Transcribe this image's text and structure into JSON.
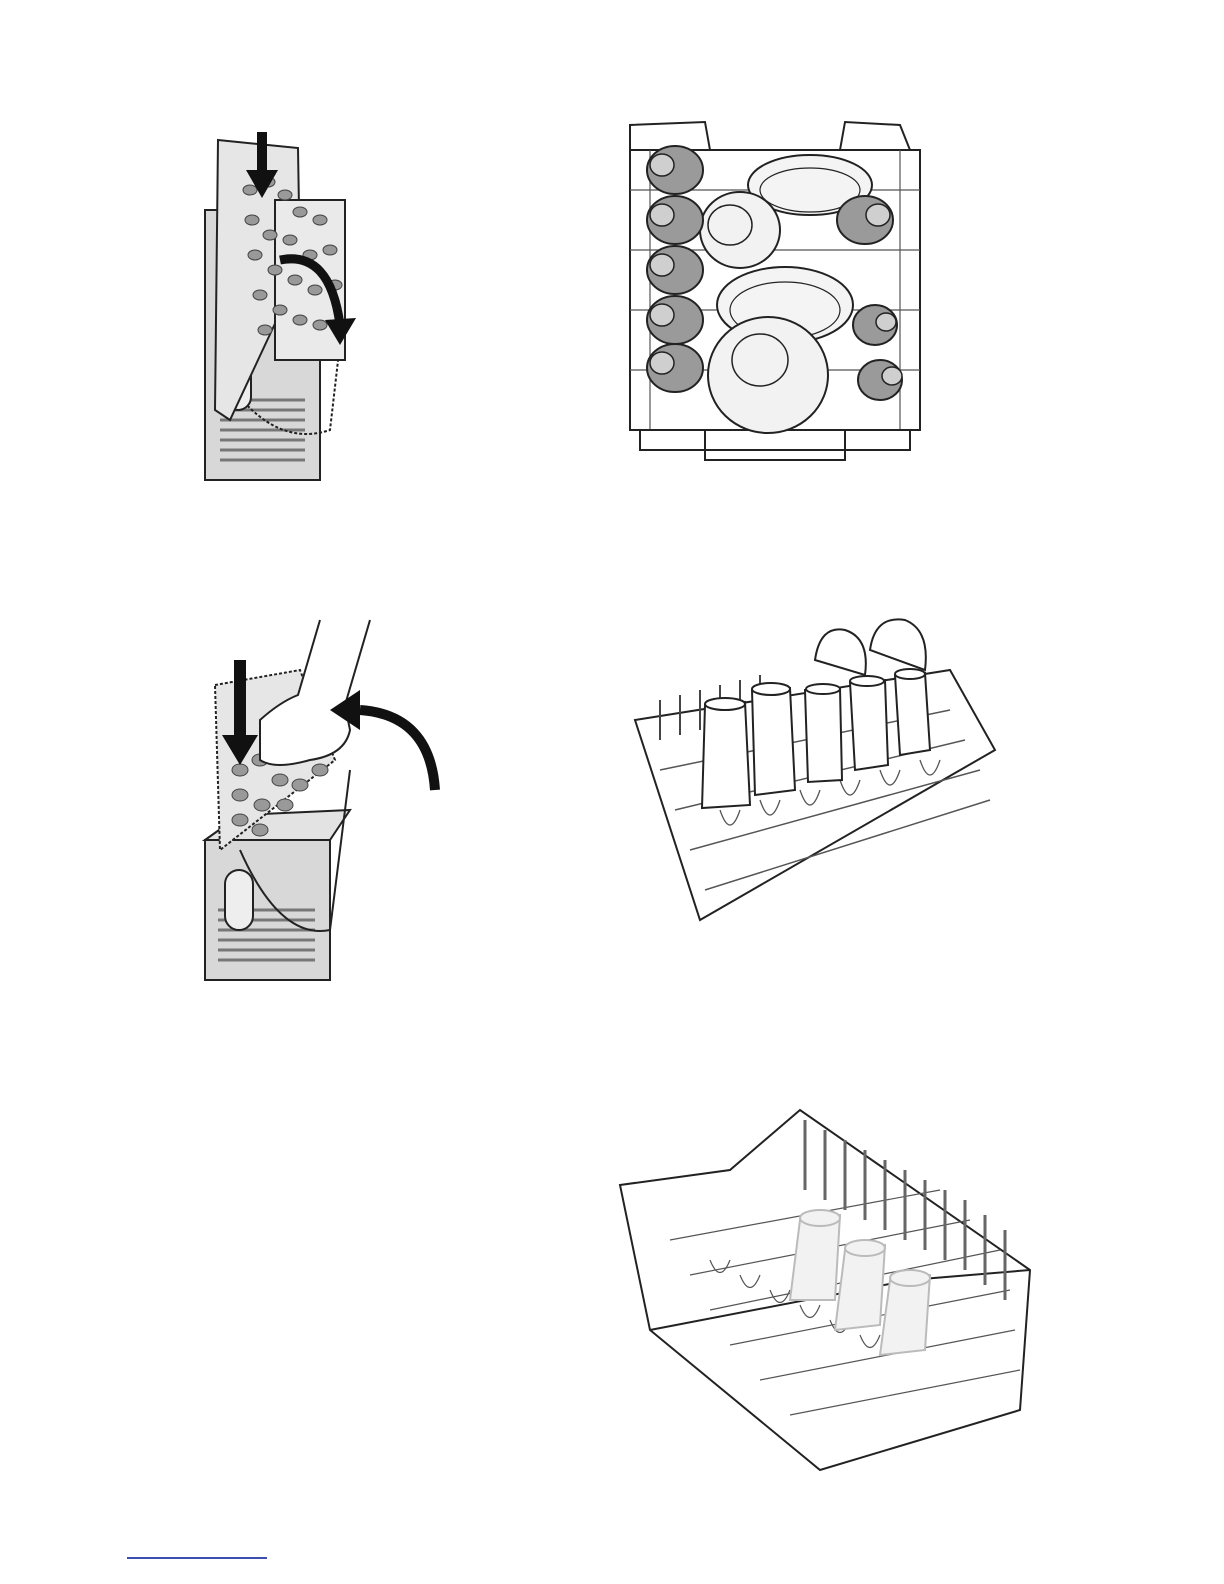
{
  "page": {
    "figures": [
      {
        "id": "cutlery-basket-closing",
        "icon": "cutlery-basket-closing-illustration"
      },
      {
        "id": "upper-rack-loaded",
        "icon": "dish-rack-with-plates-and-cups-illustration"
      },
      {
        "id": "cutlery-basket-lid-opening",
        "icon": "hand-opening-basket-lid-illustration"
      },
      {
        "id": "cup-rack-loaded",
        "icon": "wire-rack-with-glasses-illustration"
      },
      {
        "id": "glass-holder-rack",
        "icon": "basket-with-glass-holders-illustration"
      }
    ],
    "footer_rule_color": "#3b4fb0"
  }
}
